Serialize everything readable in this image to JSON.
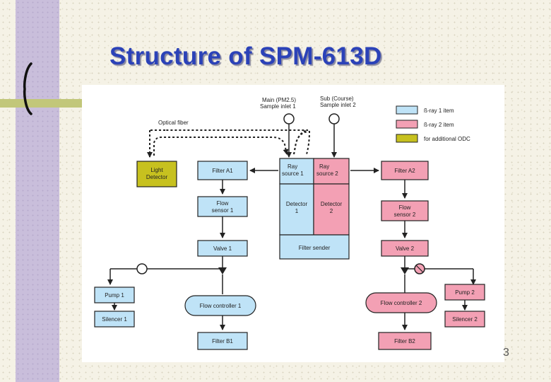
{
  "slide": {
    "title": "Structure of SPM-613D",
    "page_number": "3"
  },
  "diagram": {
    "inlets": {
      "main_line1": "Main (PM2.5)",
      "main_line2": "Sample inlet 1",
      "sub_line1": "Sub (Course)",
      "sub_line2": "Sample inlet 2"
    },
    "optical_fiber": "Optical fiber",
    "legend": {
      "beta1": "ß-ray 1 item",
      "beta2": "ß-ray 2 item",
      "odc": "for additional ODC"
    },
    "boxes": {
      "light_detector_1": "Light",
      "light_detector_2": "Detector",
      "filter_a1": "Filter A1",
      "ray_source_1_a": "Ray",
      "ray_source_1_b": "source 1",
      "ray_source_2_a": "Ray",
      "ray_source_2_b": "source 2",
      "filter_a2": "Filter A2",
      "flow_sensor_1_a": "Flow",
      "flow_sensor_1_b": "sensor 1",
      "detector_1_a": "Detector",
      "detector_1_b": "1",
      "detector_2_a": "Detector",
      "detector_2_b": "2",
      "flow_sensor_2_a": "Flow",
      "flow_sensor_2_b": "sensor 2",
      "valve_1": "Valve 1",
      "filter_sender": "Filter sender",
      "valve_2": "Valve 2",
      "pump_1": "Pump 1",
      "silencer_1": "Silencer 1",
      "flow_controller_1": "Flow controller 1",
      "flow_controller_2": "Flow controller 2",
      "pump_2": "Pump 2",
      "silencer_2": "Silencer 2",
      "filter_b1": "Filter B1",
      "filter_b2": "Filter B2"
    },
    "colors": {
      "beta1": "#bfe3f7",
      "beta2": "#f3a0b4",
      "odc": "#c7c11f",
      "neutral": "#ffffff",
      "stroke": "#222222"
    }
  }
}
